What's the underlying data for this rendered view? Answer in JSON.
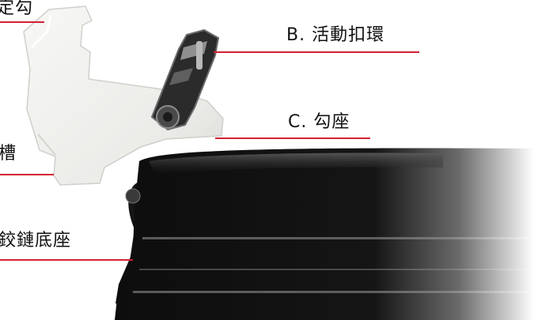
{
  "callouts": {
    "a_text": "定勾",
    "b_text": "B. 活動扣環",
    "c_text": "C. 勾座",
    "d_text": "槽",
    "e_text": "鉸鏈底座"
  },
  "colors": {
    "leader": "#d42033",
    "text": "#111111",
    "latch": "#efefec",
    "case": "#0c0c0c"
  }
}
